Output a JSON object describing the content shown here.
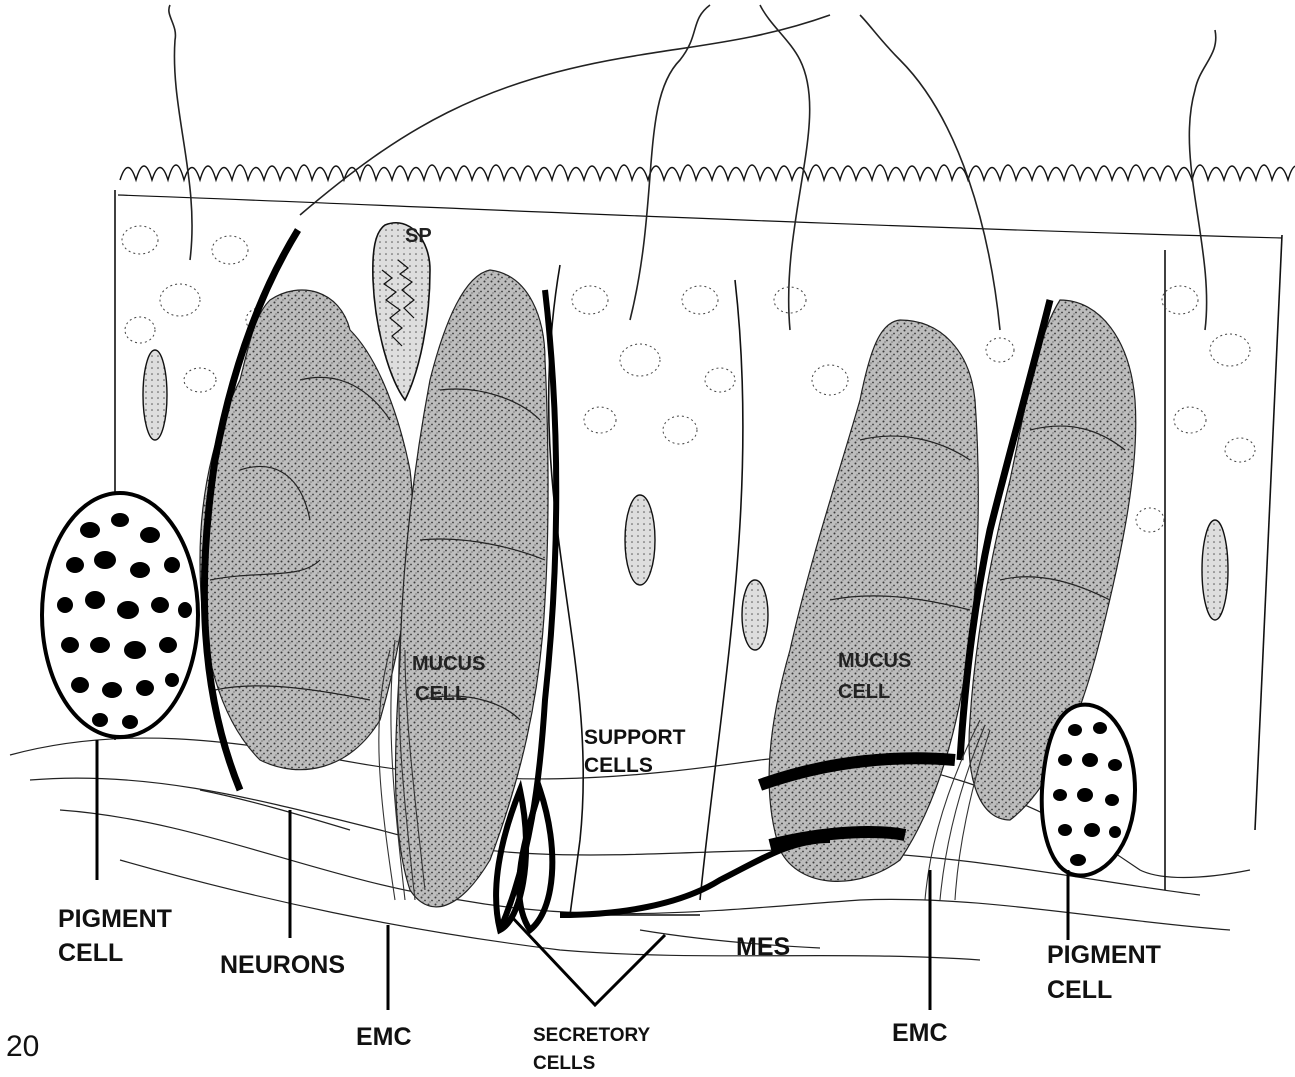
{
  "figure_number": "20",
  "labels": {
    "sp": "SP",
    "mucus_cell_left_1": "MUCUS",
    "mucus_cell_left_2": "CELL",
    "mucus_cell_right_1": "MUCUS",
    "mucus_cell_right_2": "CELL",
    "support_cells_1": "SUPPORT",
    "support_cells_2": "CELLS",
    "pigment_cell_left_1": "PIGMENT",
    "pigment_cell_left_2": "CELL",
    "neurons": "NEURONS",
    "emc_left": "EMC",
    "secretory_cells_1": "SECRETORY",
    "secretory_cells_2": "CELLS",
    "mes": "MES",
    "emc_right": "EMC",
    "pigment_cell_right_1": "PIGMENT",
    "pigment_cell_right_2": "CELL"
  },
  "colors": {
    "ink": "#111111",
    "paper": "#ffffff",
    "stipple": "#6e6e6e"
  }
}
